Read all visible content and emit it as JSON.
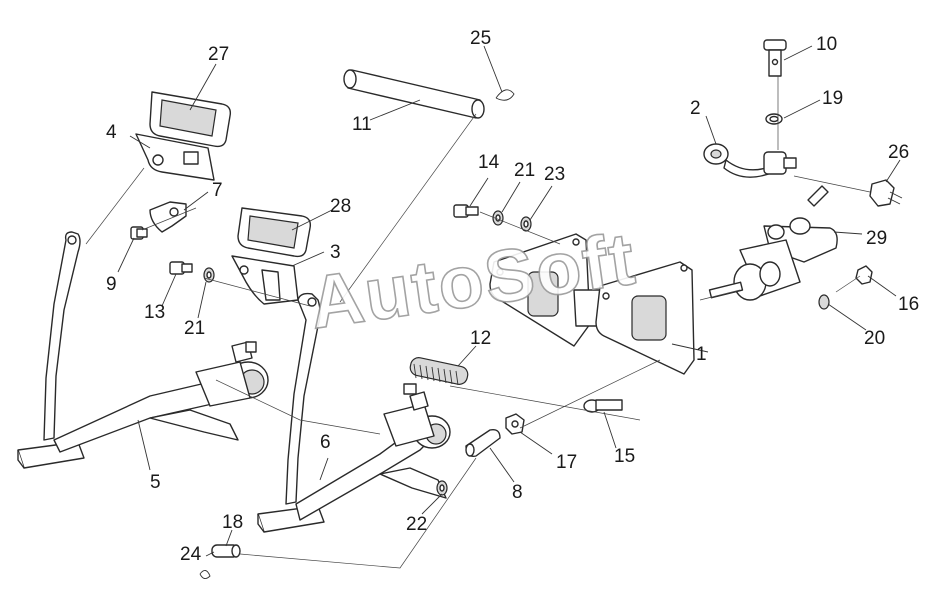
{
  "watermark": "AutoSoft",
  "callouts": [
    {
      "id": "c1",
      "label": "1"
    },
    {
      "id": "c2",
      "label": "2"
    },
    {
      "id": "c3",
      "label": "3"
    },
    {
      "id": "c4",
      "label": "4"
    },
    {
      "id": "c5",
      "label": "5"
    },
    {
      "id": "c6",
      "label": "6"
    },
    {
      "id": "c7",
      "label": "7"
    },
    {
      "id": "c8",
      "label": "8"
    },
    {
      "id": "c9",
      "label": "9"
    },
    {
      "id": "c10",
      "label": "10"
    },
    {
      "id": "c11",
      "label": "11"
    },
    {
      "id": "c12",
      "label": "12"
    },
    {
      "id": "c13",
      "label": "13"
    },
    {
      "id": "c14",
      "label": "14"
    },
    {
      "id": "c15",
      "label": "15"
    },
    {
      "id": "c16",
      "label": "16"
    },
    {
      "id": "c17",
      "label": "17"
    },
    {
      "id": "c18",
      "label": "18"
    },
    {
      "id": "c19",
      "label": "19"
    },
    {
      "id": "c20",
      "label": "20"
    },
    {
      "id": "c21a",
      "label": "21"
    },
    {
      "id": "c21b",
      "label": "21"
    },
    {
      "id": "c22",
      "label": "22"
    },
    {
      "id": "c23",
      "label": "23"
    },
    {
      "id": "c24",
      "label": "24"
    },
    {
      "id": "c25",
      "label": "25"
    },
    {
      "id": "c26",
      "label": "26"
    },
    {
      "id": "c27",
      "label": "27"
    },
    {
      "id": "c28",
      "label": "28"
    },
    {
      "id": "c29",
      "label": "29"
    }
  ]
}
